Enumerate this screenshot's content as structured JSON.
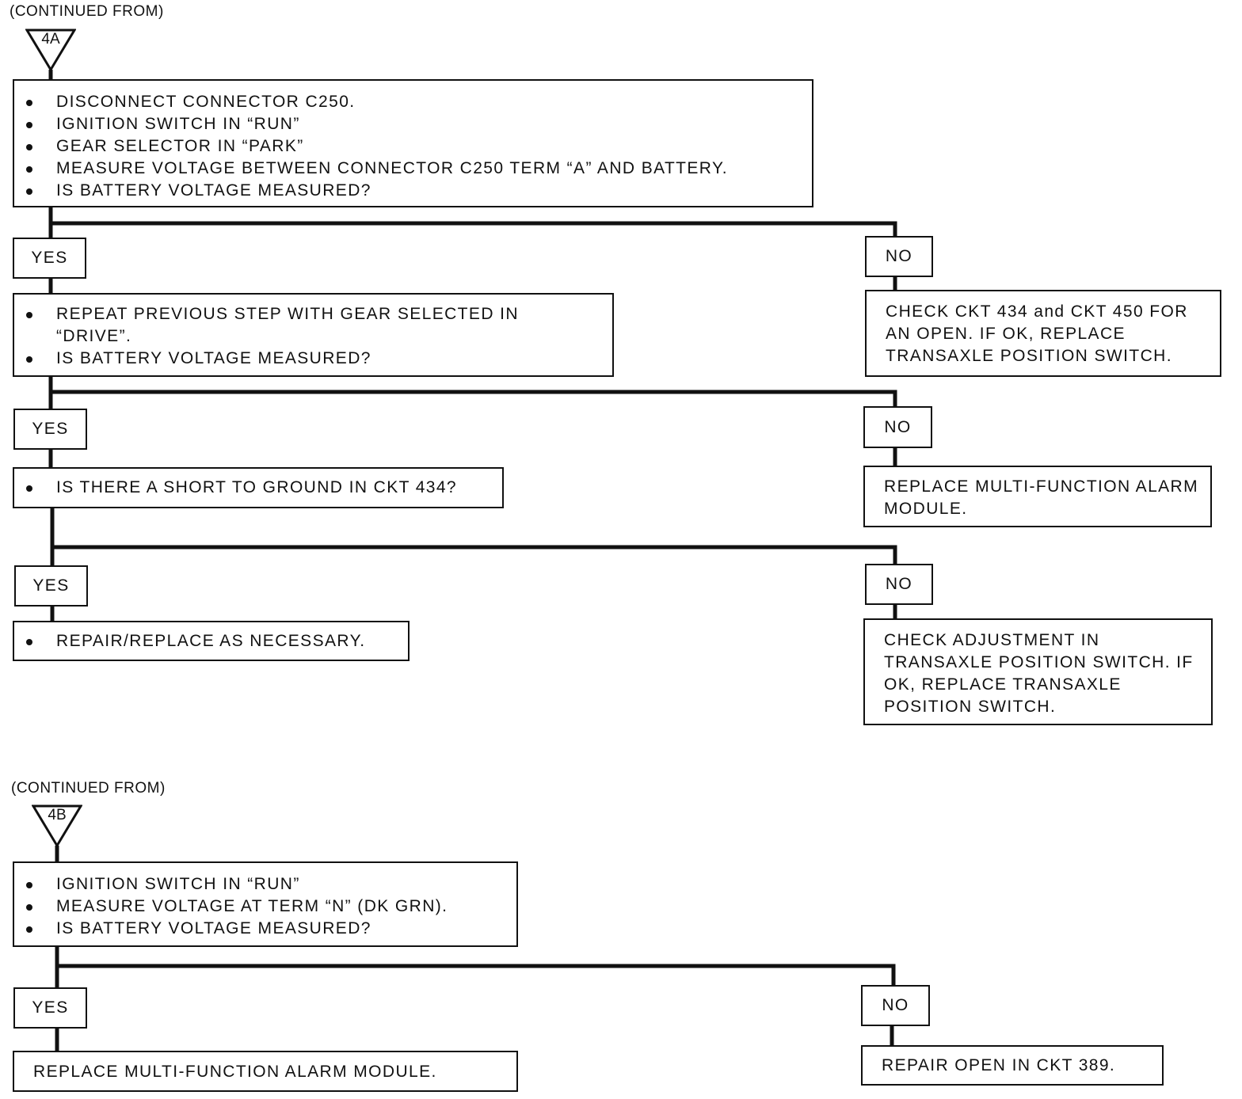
{
  "section_a": {
    "continued_label": "(CONTINUED FROM)",
    "connector": "4A",
    "step1": [
      "DISCONNECT CONNECTOR C250.",
      "IGNITION SWITCH IN “RUN”",
      "GEAR SELECTOR IN “PARK”",
      "MEASURE VOLTAGE BETWEEN CONNECTOR C250 TERM “A” AND BATTERY.",
      "IS BATTERY VOLTAGE MEASURED?"
    ],
    "yes1": "YES",
    "no1": "NO",
    "step2": [
      "REPEAT PREVIOUS STEP WITH GEAR SELECTED IN “DRIVE”.",
      "IS BATTERY VOLTAGE MEASURED?"
    ],
    "no1_result": "CHECK CKT 434 and CKT 450 FOR AN OPEN. IF OK, REPLACE TRANSAXLE POSITION SWITCH.",
    "yes2": "YES",
    "no2": "NO",
    "step3": [
      "IS THERE A SHORT TO GROUND IN CKT 434?"
    ],
    "no2_result": "REPLACE MULTI-FUNCTION ALARM MODULE.",
    "yes3": "YES",
    "no3": "NO",
    "yes3_result": [
      "REPAIR/REPLACE AS NECESSARY."
    ],
    "no3_result": "CHECK ADJUSTMENT IN TRANSAXLE POSITION SWITCH. IF OK, REPLACE TRANSAXLE POSITION SWITCH."
  },
  "section_b": {
    "continued_label": "(CONTINUED FROM)",
    "connector": "4B",
    "step1": [
      "IGNITION SWITCH IN “RUN”",
      "MEASURE VOLTAGE AT TERM “N” (DK GRN).",
      "IS BATTERY VOLTAGE MEASURED?"
    ],
    "yes": "YES",
    "no": "NO",
    "yes_result": "REPLACE MULTI-FUNCTION ALARM MODULE.",
    "no_result": "REPAIR OPEN IN CKT 389."
  }
}
